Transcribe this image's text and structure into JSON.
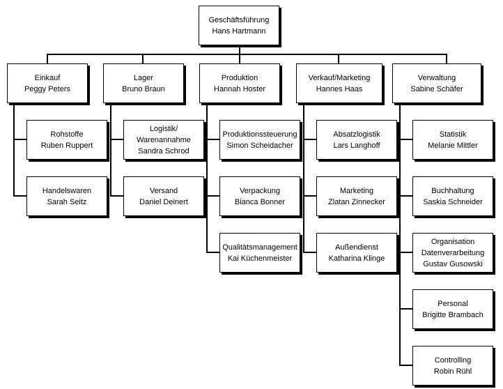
{
  "org_chart": {
    "top": {
      "title": "Geschäftsführung",
      "name": "Hans Hartmann"
    },
    "departments": [
      {
        "title": "Einkauf",
        "name": "Peggy Peters",
        "units": [
          {
            "lines": [
              "Rohstoffe",
              "Ruben Ruppert"
            ]
          },
          {
            "lines": [
              "Handelswaren",
              "Sarah Seitz"
            ]
          }
        ]
      },
      {
        "title": "Lager",
        "name": "Bruno Braun",
        "units": [
          {
            "lines": [
              "Logistik/",
              "Warenannahme",
              "Sandra Schrod"
            ]
          },
          {
            "lines": [
              "Versand",
              "Daniel Deinert"
            ]
          }
        ]
      },
      {
        "title": "Produktion",
        "name": "Hannah Hoster",
        "units": [
          {
            "lines": [
              "Produktionssteuerung",
              "Simon Scheidacher"
            ]
          },
          {
            "lines": [
              "Verpackung",
              "Bianca Bonner"
            ]
          },
          {
            "lines": [
              "Qualitätsmanagement",
              "Kai Küchenmeister"
            ]
          }
        ]
      },
      {
        "title": "Verkauf/Marketing",
        "name": "Hannes Haas",
        "units": [
          {
            "lines": [
              "Absatzlogistik",
              "Lars Langhoff"
            ]
          },
          {
            "lines": [
              "Marketing",
              "Zlatan Zinnecker"
            ]
          },
          {
            "lines": [
              "Außendienst",
              "Katharina Klinge"
            ]
          }
        ]
      },
      {
        "title": "Verwaltung",
        "name": "Sabine Schäfer",
        "units": [
          {
            "lines": [
              "Statistik",
              "Melanie Mittler"
            ]
          },
          {
            "lines": [
              "Buchhaltung",
              "Saskia Schneider"
            ]
          },
          {
            "lines": [
              "Organisation",
              "Datenverarbeitung",
              "Gustav Gusowski"
            ]
          },
          {
            "lines": [
              "Personal",
              "Brigitte Brambach"
            ]
          },
          {
            "lines": [
              "Controlling",
              "Robin Rühl"
            ]
          }
        ]
      }
    ]
  }
}
